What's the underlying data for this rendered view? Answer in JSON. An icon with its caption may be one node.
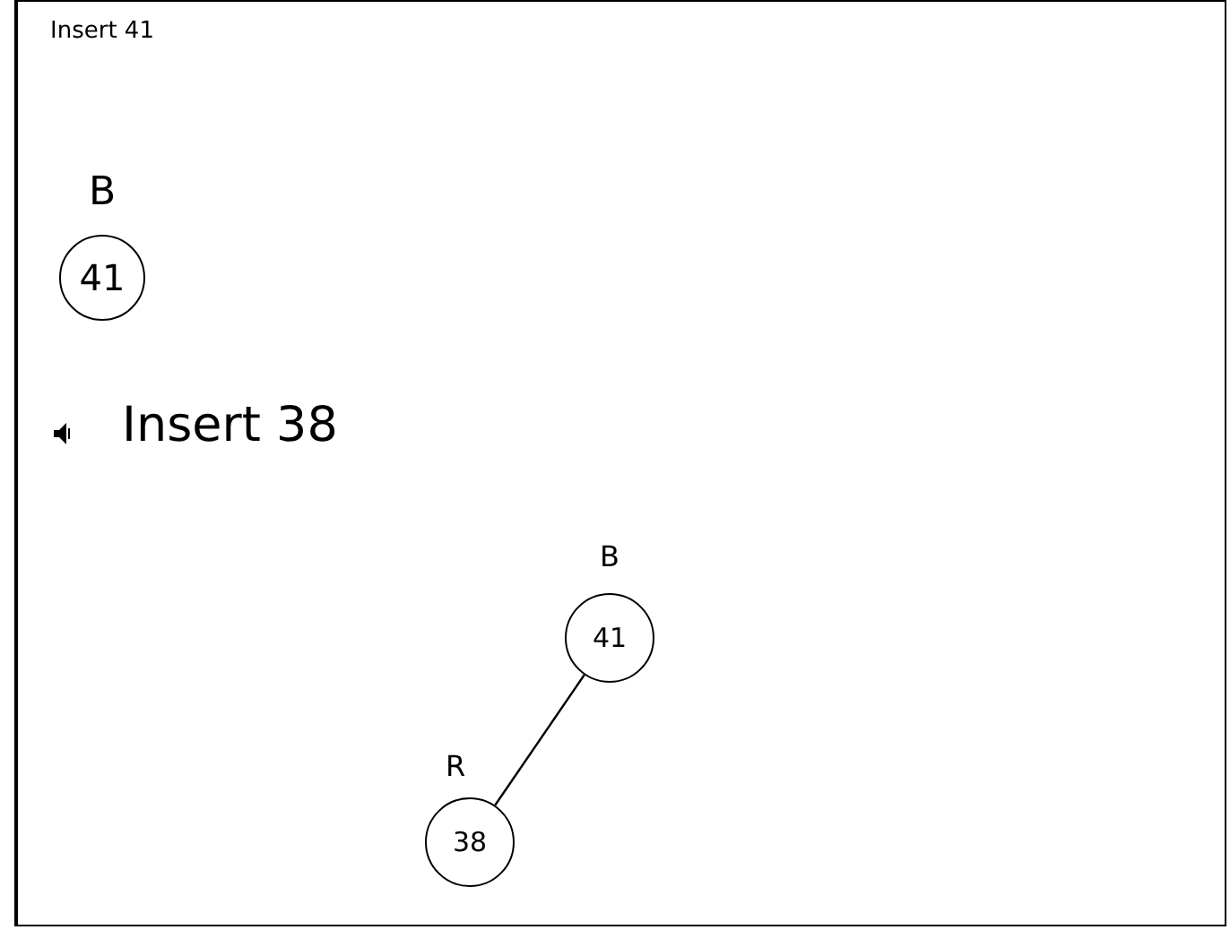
{
  "diagram": {
    "nodes": [
      {
        "text": [
          "41"
        ],
        "beside": [
          "B"
        ]
      },
      {
        "text": [
          "41"
        ],
        "beside": [
          "B"
        ]
      },
      {
        "text": [
          "38"
        ],
        "beside": [
          "R"
        ]
      }
    ],
    "edges": [
      {
        "from": 1,
        "to": 2,
        "arrow": "none"
      }
    ],
    "labels": [
      "Insert 41",
      "Insert 38"
    ]
  }
}
